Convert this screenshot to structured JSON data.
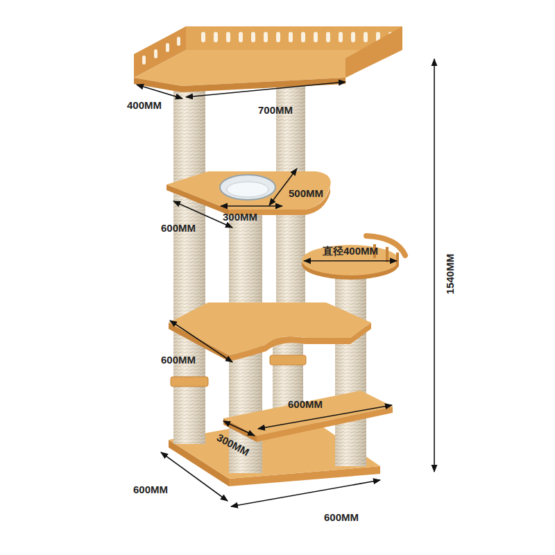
{
  "diagram": {
    "labels": [
      "400MM",
      "700MM",
      "500MM",
      "600MM",
      "300MM",
      "直径400MM",
      "1540MM",
      "600MM",
      "600MM",
      "300MM",
      "600MM",
      "600MM"
    ]
  }
}
